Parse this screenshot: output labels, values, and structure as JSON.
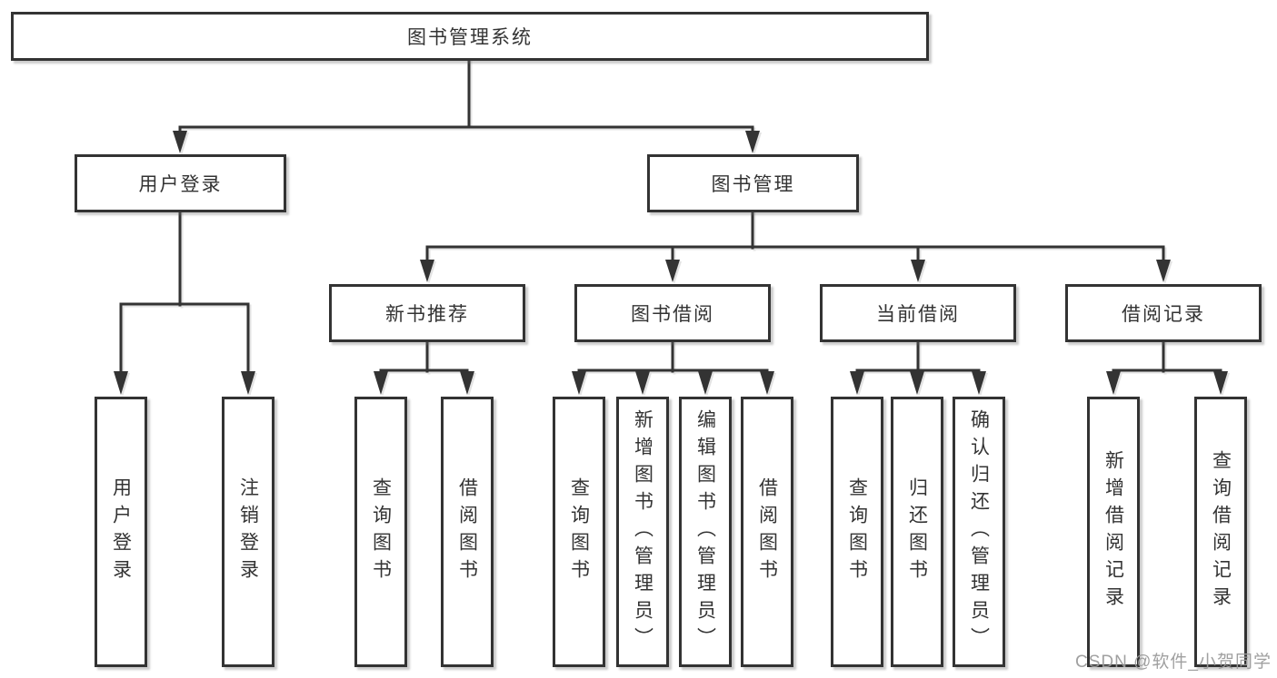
{
  "tree": {
    "root": {
      "label": "图书管理系统"
    },
    "branches": [
      {
        "label": "用户登录",
        "leaves": [
          {
            "label": "用户登录"
          },
          {
            "label": "注销登录"
          }
        ]
      },
      {
        "label": "图书管理",
        "groups": [
          {
            "label": "新书推荐",
            "leaves": [
              {
                "label": "查询图书"
              },
              {
                "label": "借阅图书"
              }
            ]
          },
          {
            "label": "图书借阅",
            "leaves": [
              {
                "label": "查询图书"
              },
              {
                "label": "新增图书（管理员）"
              },
              {
                "label": "编辑图书（管理员）"
              },
              {
                "label": "借阅图书"
              }
            ]
          },
          {
            "label": "当前借阅",
            "leaves": [
              {
                "label": "查询图书"
              },
              {
                "label": "归还图书"
              },
              {
                "label": "确认归还（管理员）"
              }
            ]
          },
          {
            "label": "借阅记录",
            "leaves": [
              {
                "label": "新增借阅记录"
              },
              {
                "label": "查询借阅记录"
              }
            ]
          }
        ]
      }
    ]
  },
  "watermark": {
    "text": "CSDN @软件_小贺同学"
  },
  "colors": {
    "line": "#333333",
    "box_border": "#333333",
    "box_fill": "#ffffff",
    "text": "#333333",
    "watermark": "#9b9b9b",
    "background": "#ffffff"
  }
}
